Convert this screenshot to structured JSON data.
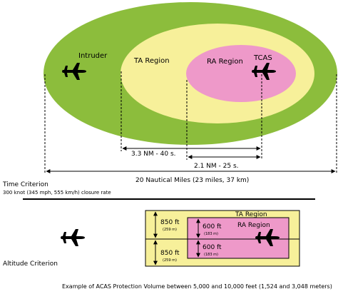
{
  "top": {
    "intruder_label": "Intruder",
    "ta_region_label": "TA Region",
    "ra_region_label": "RA Region",
    "tcas_label": "TCAS",
    "ta_distance_label": "3.3 NM - 40 s.",
    "ra_distance_label": "2.1 NM - 25 s.",
    "total_distance_label": "20 Nautical Miles (23 miles, 37 km)"
  },
  "time_criterion": {
    "title": "Time Criterion",
    "subtitle": "300 knot (345 mph, 555 km/h) closure rate"
  },
  "altitude": {
    "title": "Altitude Criterion",
    "ta_region_label": "TA Region",
    "ra_region_label": "RA Region",
    "upper_ta_ft": "850 ft",
    "upper_ta_m": "(259 m)",
    "lower_ta_ft": "850 ft",
    "lower_ta_m": "(259 m)",
    "upper_ra_ft": "600 ft",
    "upper_ra_m": "(183 m)",
    "lower_ra_ft": "600 ft",
    "lower_ra_m": "(183 m)"
  },
  "caption": "Example of ACAS Protection Volume between 5,000 and 10,000 feet (1,524 and 3,048 meters)",
  "colors": {
    "outer_green": "#8cbd3c",
    "ta_yellow": "#f7f09a",
    "ra_pink": "#ee99c9",
    "line": "#000000"
  },
  "icons": [
    "airplane-icon"
  ]
}
